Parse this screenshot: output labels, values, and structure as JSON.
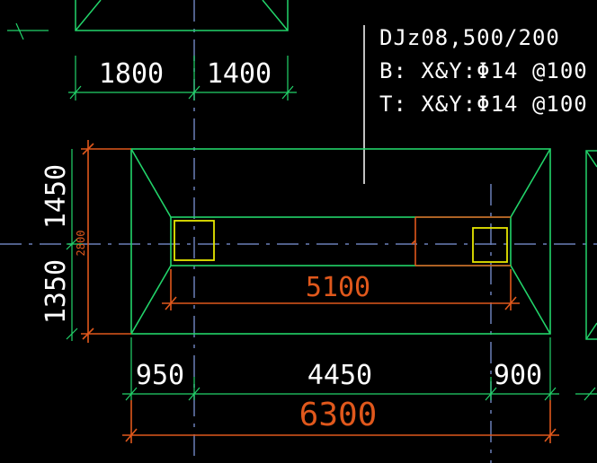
{
  "annotation": {
    "label": "DJz08,500/200",
    "bottom_rebar": "B:  X&Y:Φ14 @100",
    "top_rebar": "T:  X&Y:Φ14 @100"
  },
  "dimensions": {
    "top_left": "1800",
    "top_right": "1400",
    "left_upper": "1450",
    "left_lower": "1350",
    "left_total": "2800",
    "column_span": "5100",
    "bottom_left": "950",
    "bottom_middle": "4450",
    "bottom_right": "900",
    "bottom_total": "6300"
  },
  "colors": {
    "background": "#000000",
    "outline": "#22d46a",
    "dimension": "#e0581c",
    "column": "#e6e600",
    "axis": "#6a7fb8",
    "text": "#ffffff"
  }
}
